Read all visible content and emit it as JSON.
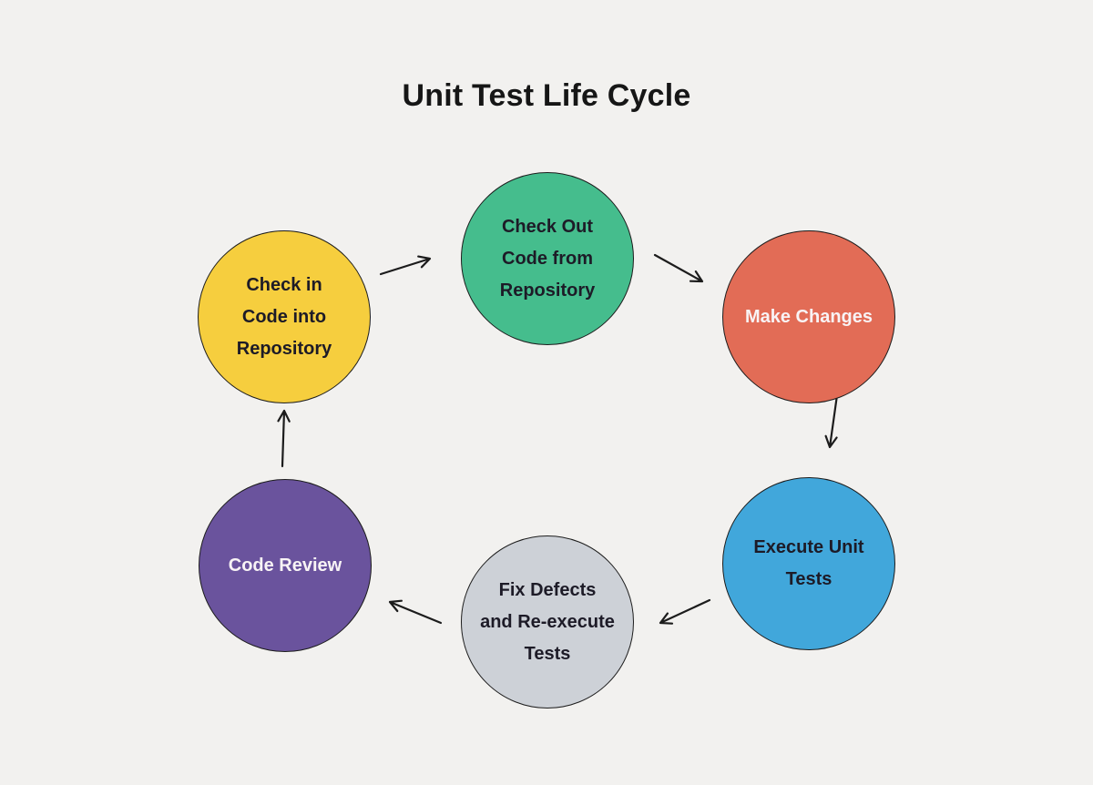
{
  "title": "Unit Test Life Cycle",
  "background_color": "#f2f1ef",
  "arrow_color": "#1c1c1c",
  "nodes": [
    {
      "id": "check-out-code-from-repository",
      "lines": [
        "Check Out",
        "Code from",
        "Repository"
      ],
      "fill": "#45bd8d",
      "text_color": "#1d1b27"
    },
    {
      "id": "make-changes",
      "lines": [
        "Make Changes"
      ],
      "fill": "#e26c56",
      "text_color": "#f8f3f5"
    },
    {
      "id": "execute-unit-tests",
      "lines": [
        "Execute Unit",
        "Tests"
      ],
      "fill": "#41a7db",
      "text_color": "#1d1b27"
    },
    {
      "id": "fix-defects-and-re-execute-tests",
      "lines": [
        "Fix Defects",
        "and Re-execute",
        "Tests"
      ],
      "fill": "#cdd1d7",
      "text_color": "#1d1b27"
    },
    {
      "id": "code-review",
      "lines": [
        "Code Review"
      ],
      "fill": "#6a539d",
      "text_color": "#f8f3f5"
    },
    {
      "id": "check-in-code-into-repository",
      "lines": [
        "Check in",
        "Code into",
        "Repository"
      ],
      "fill": "#f6ce3e",
      "text_color": "#1d1b27"
    }
  ],
  "edges": [
    {
      "from": "check-in-code-into-repository",
      "to": "check-out-code-from-repository"
    },
    {
      "from": "check-out-code-from-repository",
      "to": "make-changes"
    },
    {
      "from": "make-changes",
      "to": "execute-unit-tests"
    },
    {
      "from": "execute-unit-tests",
      "to": "fix-defects-and-re-execute-tests"
    },
    {
      "from": "fix-defects-and-re-execute-tests",
      "to": "code-review"
    },
    {
      "from": "code-review",
      "to": "check-in-code-into-repository"
    }
  ]
}
